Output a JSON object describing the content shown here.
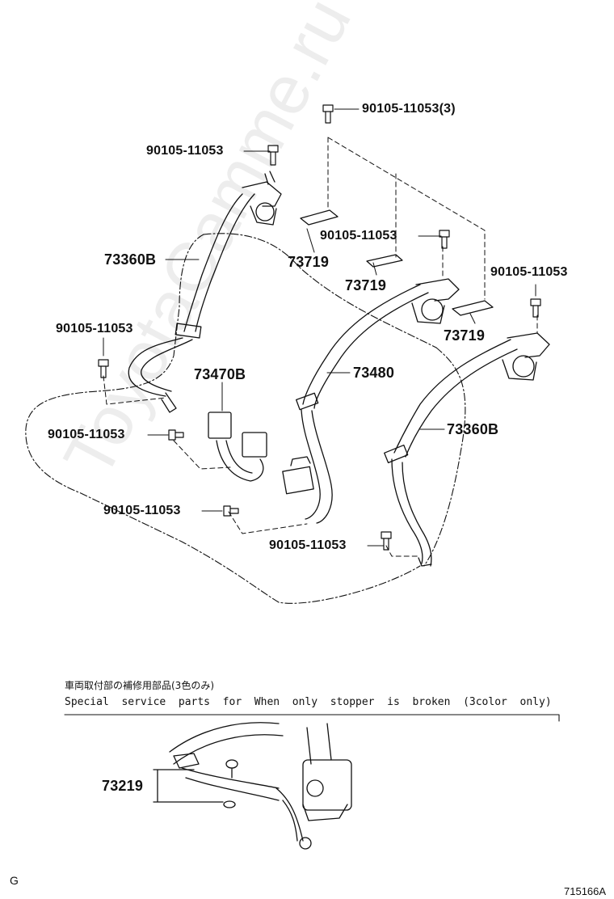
{
  "watermark": "ToyotaCamme.ru",
  "labels": {
    "bolt_top": "90105-11053(3)",
    "bolt_left_upper": "90105-11053",
    "belt_left": "73360B",
    "bracket_1": "73719",
    "bolt_center": "90105-11053",
    "bracket_2": "73719",
    "bolt_right_upper": "90105-11053",
    "bracket_3": "73719",
    "bolt_left_mid": "90105-11053",
    "buckle_left": "73470B",
    "belt_center": "73480",
    "bolt_left_lower": "90105-11053",
    "belt_right": "73360B",
    "bolt_bottom_left": "90105-11053",
    "bolt_bottom_center": "90105-11053",
    "stopper": "73219"
  },
  "note": {
    "japanese": "車両取付部の補修用部品(3色のみ)",
    "english": "Special  service  parts  for  When  only  stopper  is  broken  (3color  only)"
  },
  "corner": {
    "left": "G",
    "right": "715166A"
  }
}
